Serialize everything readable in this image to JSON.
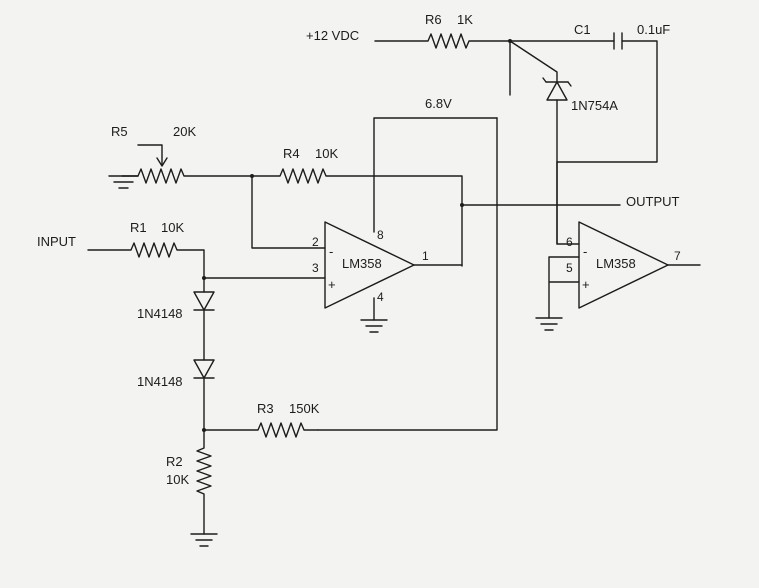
{
  "supply": "+12 VDC",
  "input": "INPUT",
  "output": "OUTPUT",
  "node_voltage": "6.8V",
  "resistors": {
    "r1": {
      "ref": "R1",
      "value": "10K"
    },
    "r2": {
      "ref": "R2",
      "value": "10K"
    },
    "r3": {
      "ref": "R3",
      "value": "150K"
    },
    "r4": {
      "ref": "R4",
      "value": "10K"
    },
    "r5": {
      "ref": "R5",
      "value": "20K"
    },
    "r6": {
      "ref": "R6",
      "value": "1K"
    }
  },
  "capacitor": {
    "ref": "C1",
    "value": "0.1uF"
  },
  "zener": {
    "part": "1N754A"
  },
  "diodes": [
    {
      "part": "1N4148"
    },
    {
      "part": "1N4148"
    }
  ],
  "opamp1": {
    "part": "LM358",
    "pins": {
      "inv": "2",
      "noninv": "3",
      "out": "1",
      "vcc": "8",
      "gnd": "4"
    },
    "minus": "-",
    "plus": "+"
  },
  "opamp2": {
    "part": "LM358",
    "pins": {
      "inv": "6",
      "noninv": "5",
      "out": "7"
    },
    "minus": "-",
    "plus": "+"
  }
}
